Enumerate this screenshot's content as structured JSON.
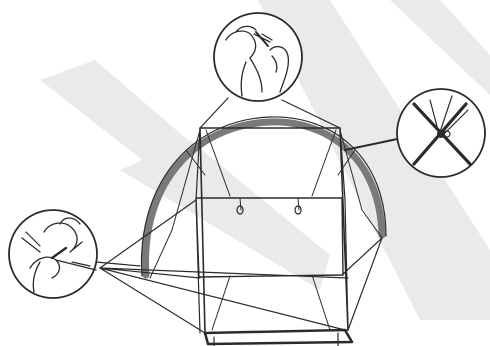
{
  "diagram": {
    "subject": "tent-assembly-instruction",
    "details": [
      {
        "id": "top-detail",
        "shows": "hands-attaching-pole-clip"
      },
      {
        "id": "right-detail",
        "shows": "crossed-poles-at-connector"
      },
      {
        "id": "left-detail",
        "shows": "hands-tensioning-guy-line"
      }
    ]
  },
  "colors": {
    "ink": "#2b2b2b",
    "pole": "#7a7a7a",
    "watermark": "#d9d9d9",
    "background": "#ffffff"
  }
}
